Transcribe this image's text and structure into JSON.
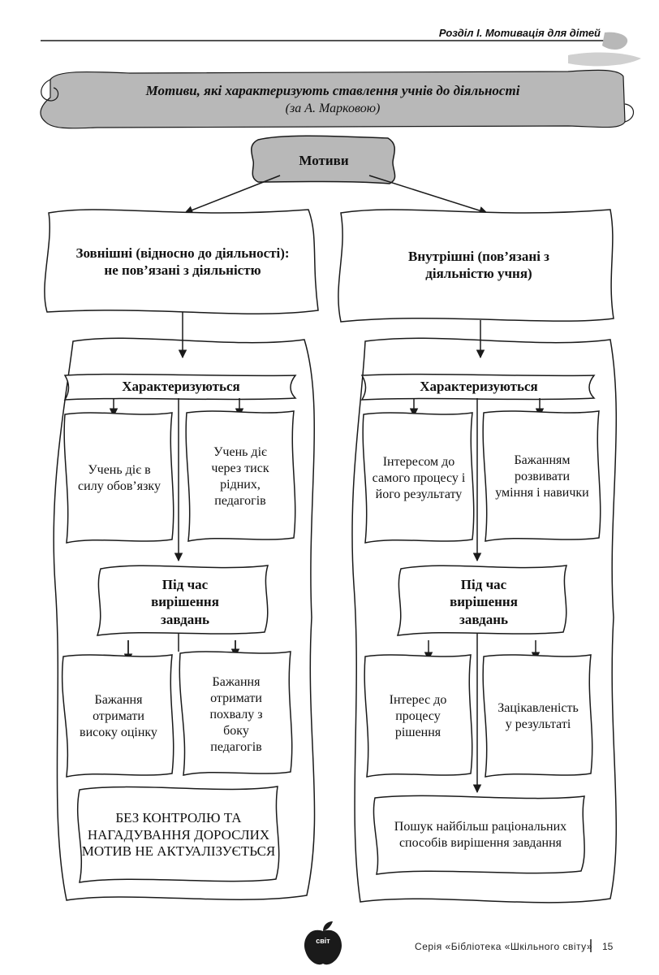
{
  "header": {
    "section": "Розділ І. Мотивація для дітей",
    "title": "Мотиви, які характеризують ставлення учнів до діяльності",
    "subtitle": "(за А. Марковою)"
  },
  "root": {
    "label": "Мотиви"
  },
  "external": {
    "heading": "Зовнішні (відносно до діяльності): не пов’язані з діяльністю",
    "characterized": "Характеризуються",
    "char_items": [
      "Учень діє в силу обов’язку",
      "Учень діє через тиск рідних, педагогів"
    ],
    "during": "Під час вирішення завдань",
    "during_items": [
      "Бажання отримати високу оцінку",
      "Бажання отримати похвалу з боку педагогів"
    ],
    "conclusion": "БЕЗ КОНТРОЛЮ ТА НАГАДУВАННЯ ДОРОСЛИХ МОТИВ НЕ АКТУАЛІЗУЄТЬСЯ"
  },
  "internal": {
    "heading": "Внутрішні (пов’язані з діяльністю учня)",
    "characterized": "Характеризуються",
    "char_items": [
      "Інтересом до самого процесу і його результату",
      "Бажанням розвивати уміння і навички"
    ],
    "during": "Під час вирішення завдань",
    "during_items": [
      "Інтерес до процесу рішення",
      "Зацікавленість у результаті"
    ],
    "conclusion": "Пошук найбільш раціональних способів вирішення завдання"
  },
  "footer": {
    "series": "Серія «Бібліотека «Шкільного світу»",
    "separator": "|",
    "page": "15",
    "logo": "світ"
  },
  "colors": {
    "banner_fill": "#b8b8b8",
    "stroke": "#1a1a1a",
    "paper": "#ffffff"
  }
}
